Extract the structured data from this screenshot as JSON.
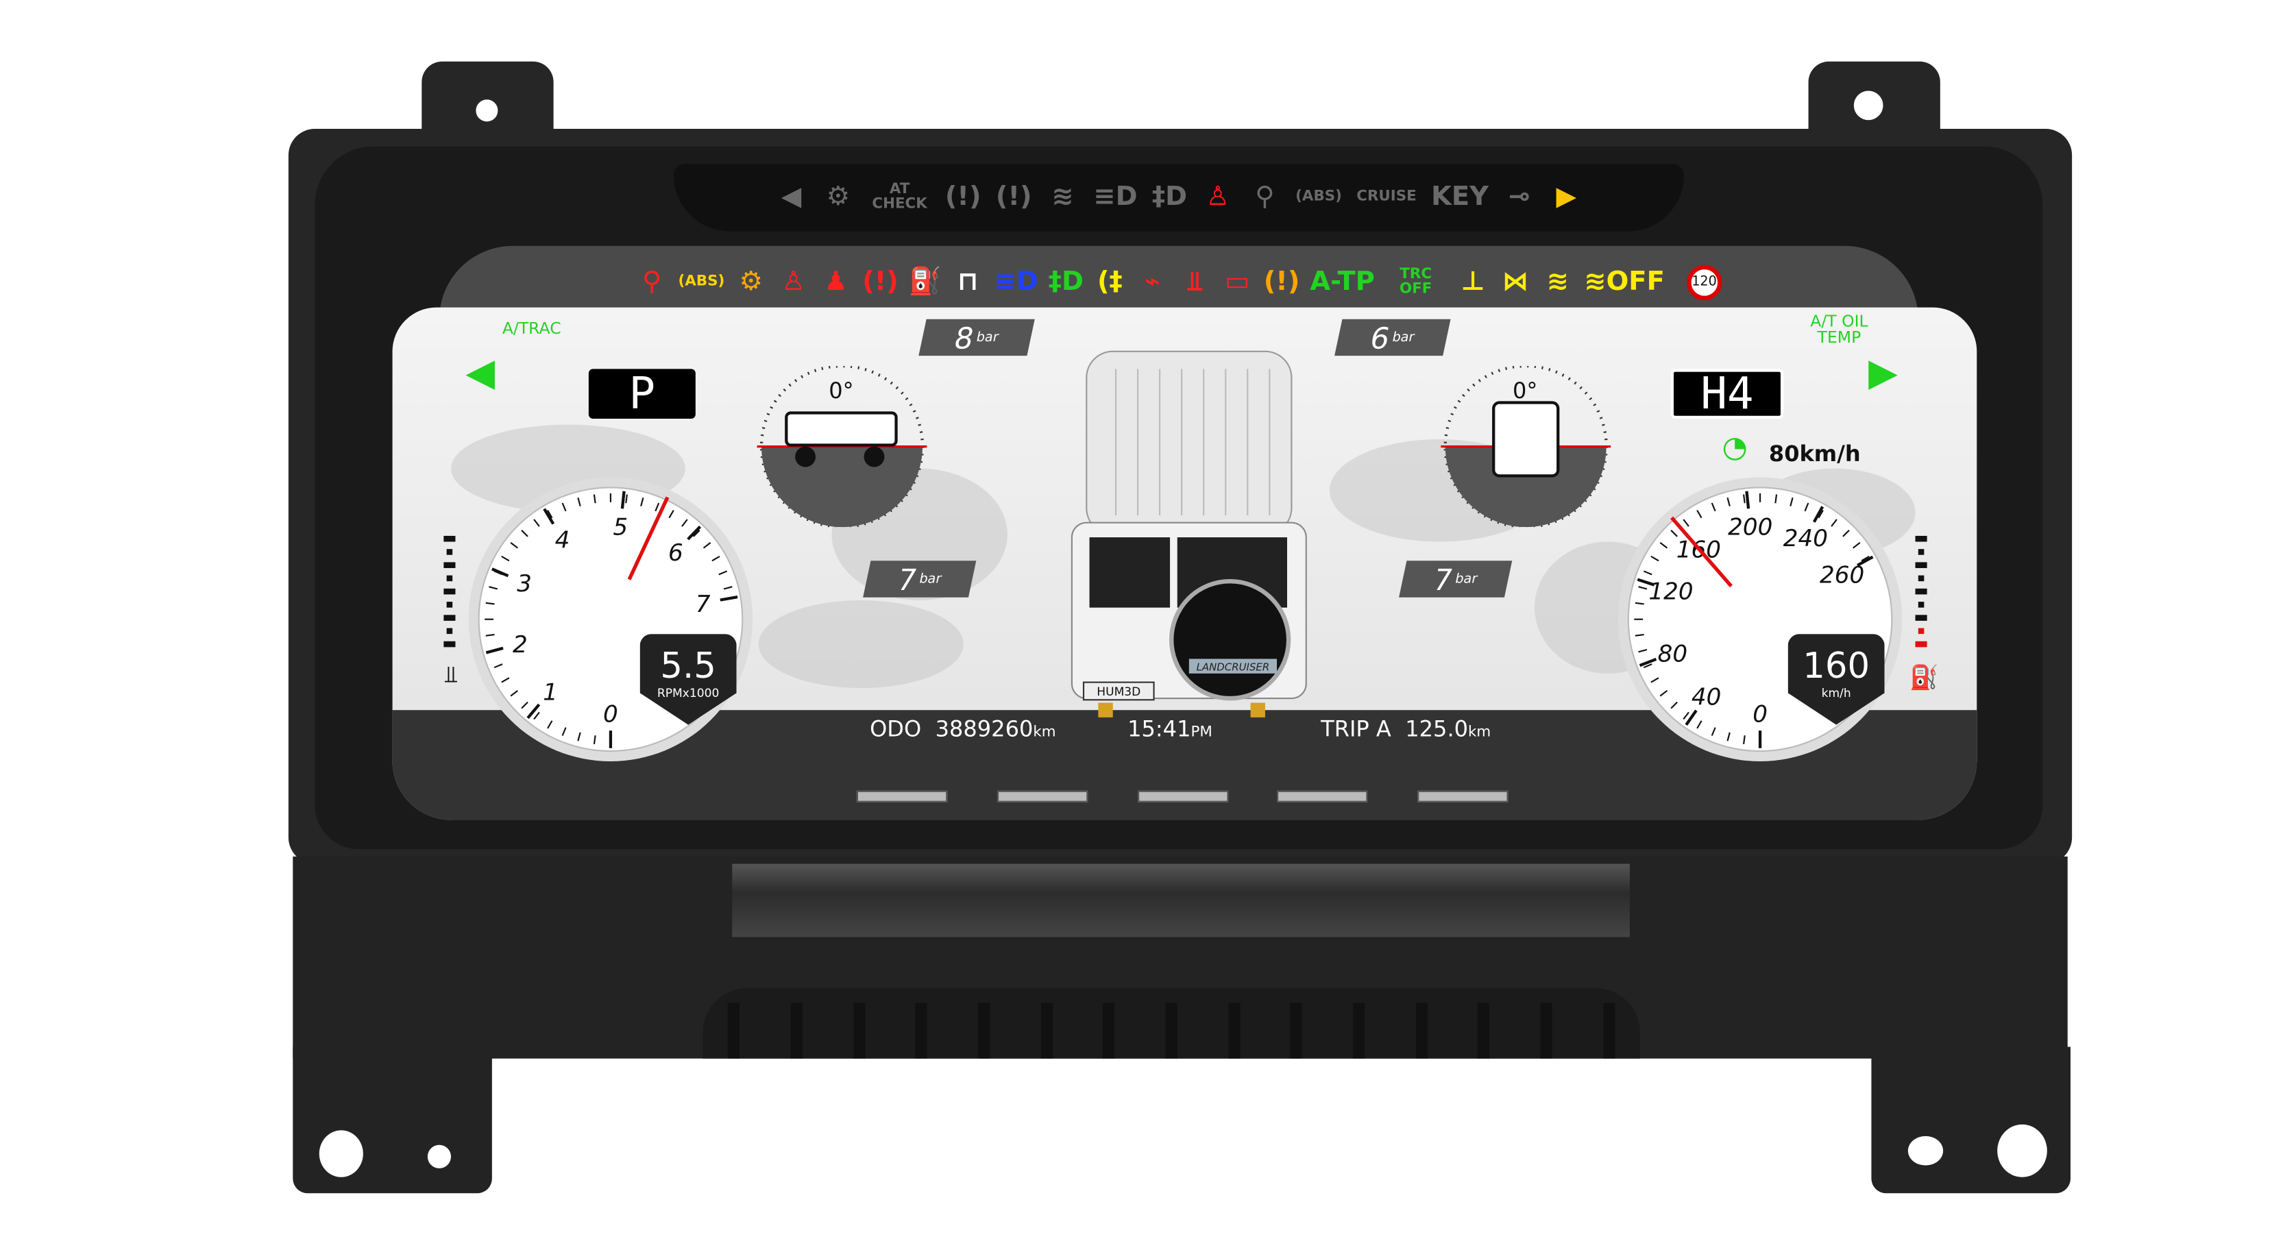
{
  "top_warning_bar": {
    "icons": [
      {
        "name": "turn-left-arrow",
        "glyph": "◀",
        "color": "#6a6a6a"
      },
      {
        "name": "check-engine",
        "glyph": "⚙",
        "color": "#6a6a6a"
      },
      {
        "name": "at-check",
        "glyph": "AT CHECK",
        "color": "#6a6a6a"
      },
      {
        "name": "brake-warning",
        "glyph": "(!)",
        "color": "#6a6a6a"
      },
      {
        "name": "tire-pressure",
        "glyph": "(!)",
        "color": "#6a6a6a"
      },
      {
        "name": "slip",
        "glyph": "≋",
        "color": "#6a6a6a"
      },
      {
        "name": "high-beam",
        "glyph": "≡D",
        "color": "#6a6a6a"
      },
      {
        "name": "fog-light",
        "glyph": "‡D",
        "color": "#6a6a6a"
      },
      {
        "name": "seatbelt",
        "glyph": "♙",
        "color": "#ff1a1a"
      },
      {
        "name": "airbag",
        "glyph": "⚲",
        "color": "#6a6a6a"
      },
      {
        "name": "abs",
        "glyph": "(ABS)",
        "color": "#6a6a6a"
      },
      {
        "name": "cruise",
        "glyph": "CRUISE",
        "color": "#6a6a6a"
      },
      {
        "name": "key",
        "glyph": "KEY",
        "color": "#6a6a6a"
      },
      {
        "name": "car-key",
        "glyph": "⊸",
        "color": "#6a6a6a"
      },
      {
        "name": "turn-right-arrow",
        "glyph": "▶",
        "color": "#ffc400"
      }
    ]
  },
  "indicator_row": {
    "icons": [
      {
        "name": "airbag",
        "glyph": "⚲",
        "color": "#ff2020"
      },
      {
        "name": "abs",
        "glyph": "(ABS)",
        "color": "#ffd400"
      },
      {
        "name": "check-engine",
        "glyph": "⚙",
        "color": "#ffa500"
      },
      {
        "name": "seatbelt",
        "glyph": "♙",
        "color": "#ff2020"
      },
      {
        "name": "seat-occupant",
        "glyph": "♟",
        "color": "#ff2020"
      },
      {
        "name": "brake",
        "glyph": "(!)",
        "color": "#ff2020"
      },
      {
        "name": "fuel",
        "glyph": "⛽",
        "color": "#ffa500"
      },
      {
        "name": "door-open",
        "glyph": "⊓",
        "color": "#ffffff"
      },
      {
        "name": "high-beam",
        "glyph": "≡D",
        "color": "#2040ff"
      },
      {
        "name": "front-fog",
        "glyph": "‡D",
        "color": "#22d322"
      },
      {
        "name": "rear-fog",
        "glyph": "(‡",
        "color": "#ffee00"
      },
      {
        "name": "oil-pressure",
        "glyph": "⌁",
        "color": "#ff2020"
      },
      {
        "name": "coolant-temp",
        "glyph": "⫫",
        "color": "#ff2020"
      },
      {
        "name": "battery",
        "glyph": "▭",
        "color": "#ff2020"
      },
      {
        "name": "tire-pressure",
        "glyph": "(!)",
        "color": "#ffa500"
      },
      {
        "name": "a-tp",
        "glyph": "A-TP",
        "color": "#22d322"
      },
      {
        "name": "trc-off",
        "glyph": "TRC OFF",
        "color": "#22d322"
      },
      {
        "name": "4wd-front",
        "glyph": "⊥",
        "color": "#ffee00"
      },
      {
        "name": "4wd-center",
        "glyph": "⋈",
        "color": "#ffee00"
      },
      {
        "name": "slip",
        "glyph": "≋",
        "color": "#ffee00"
      },
      {
        "name": "slip-off",
        "glyph": "≋OFF",
        "color": "#ffee00"
      }
    ],
    "speed_limit_sign": "120"
  },
  "side_labels": {
    "left": "A/TRAC",
    "right": "A/T OIL TEMP"
  },
  "gear": "P",
  "drive_mode": "H4",
  "cruise_speed": "80km/h",
  "pressures": {
    "front_left": {
      "value": "8",
      "unit": "bar"
    },
    "front_right": {
      "value": "6",
      "unit": "bar"
    },
    "rear_left": {
      "value": "7",
      "unit": "bar"
    },
    "rear_right": {
      "value": "7",
      "unit": "bar"
    }
  },
  "inclinometer": {
    "pitch": "0°",
    "roll": "0°"
  },
  "tachometer": {
    "value": 5.5,
    "display": "5.5",
    "unit": "RPMx1000",
    "labels": [
      "0",
      "1",
      "2",
      "3",
      "4",
      "5",
      "6",
      "7"
    ]
  },
  "speedometer": {
    "value": 160,
    "display": "160",
    "unit": "km/h",
    "labels": [
      "0",
      "40",
      "80",
      "120",
      "160",
      "200",
      "240",
      "260"
    ]
  },
  "vehicle": {
    "plate": "HUM3D",
    "spare_cover": "LANDCRUISER"
  },
  "bottom_info": {
    "odo_label": "ODO",
    "odo_value": "3889260",
    "odo_unit": "km",
    "time": "15:41",
    "time_suffix": "PM",
    "trip_label": "TRIP A",
    "trip_value": "125.0",
    "trip_unit": "km"
  }
}
